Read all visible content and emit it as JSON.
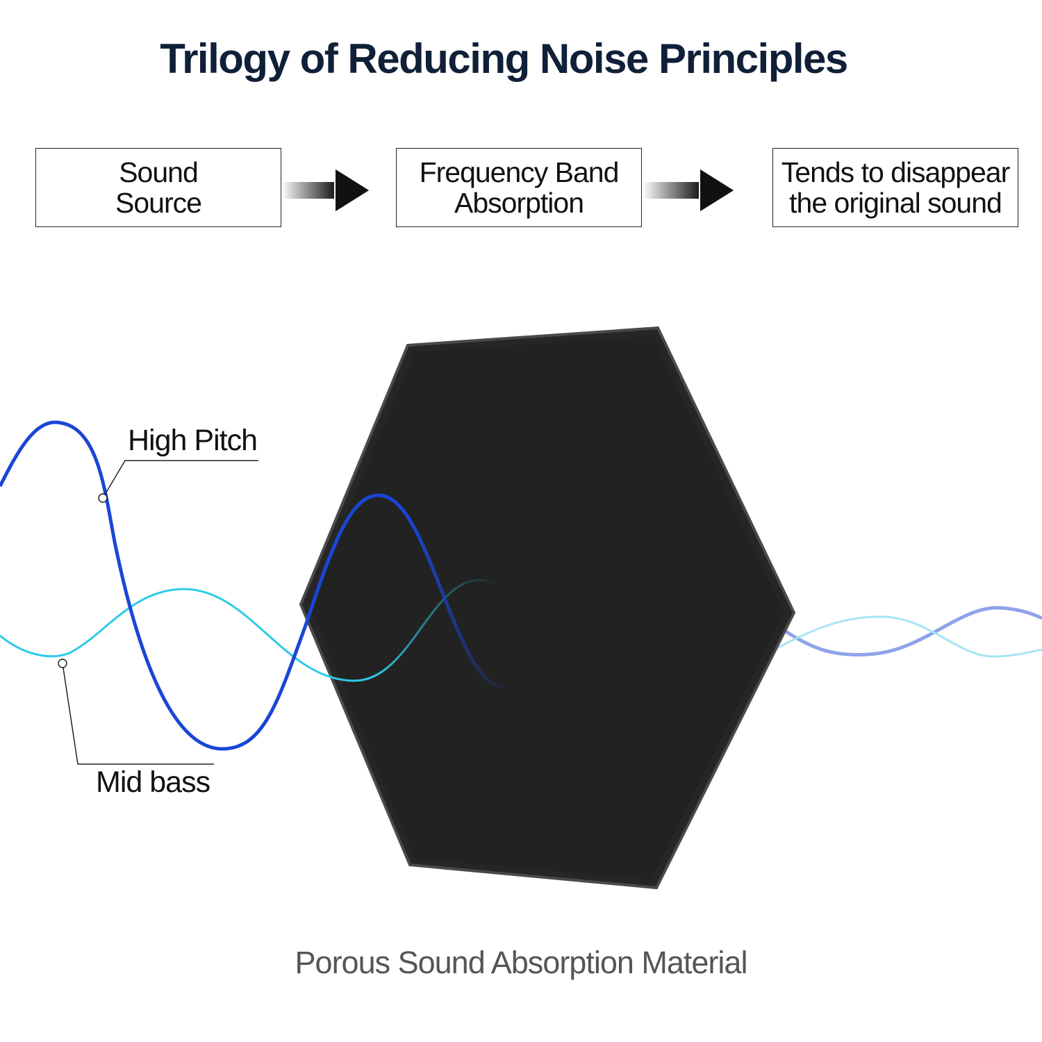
{
  "title": "Trilogy of Reducing Noise Principles",
  "steps": [
    {
      "line1": "Sound",
      "line2": "Source"
    },
    {
      "line1": "Frequency Band",
      "line2": "Absorption"
    },
    {
      "line1": "Tends to disappear",
      "line2": "the original sound"
    }
  ],
  "labels": {
    "high_pitch": "High Pitch",
    "mid_bass": "Mid bass"
  },
  "caption": "Porous Sound Absorption Material",
  "colors": {
    "title": "#0f2038",
    "high_pitch_wave": "#1a46d6",
    "mid_bass_wave": "#2ccbe6",
    "panel": "#232323"
  }
}
